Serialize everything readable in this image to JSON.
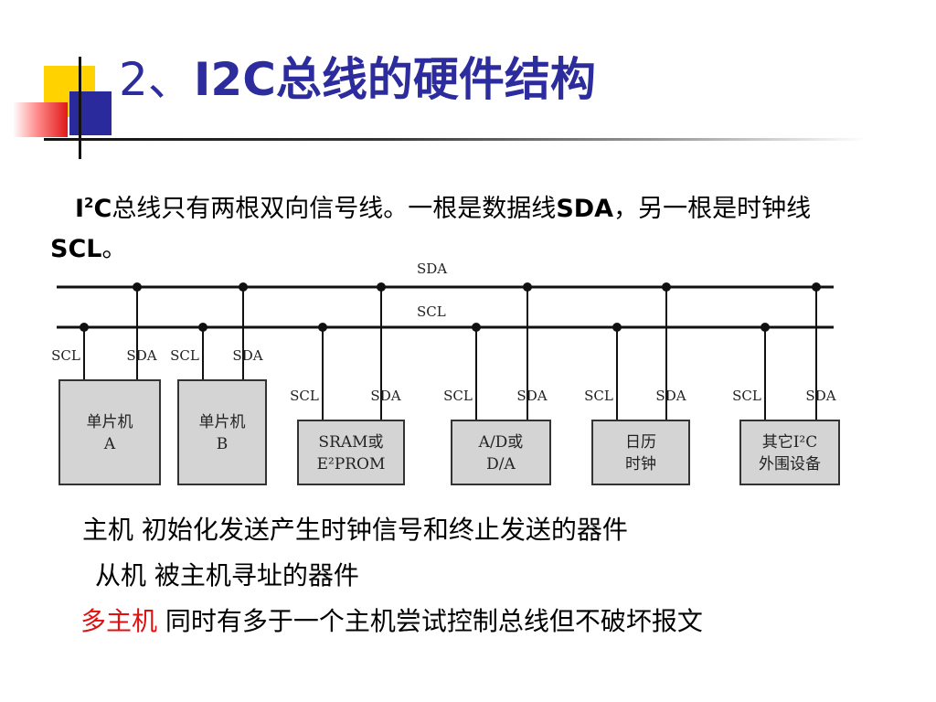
{
  "slide": {
    "title_number": "2、",
    "title_text": "I2C总线的硬件结构",
    "intro": {
      "prefix": "I",
      "sup": "2",
      "name": "C",
      "part1": "总线只有两根双向信号线。一根是数据线",
      "sda": "SDA",
      "part2": "，另一根是时钟线",
      "scl": "SCL",
      "end": "。"
    },
    "definitions": [
      {
        "term": "主机",
        "desc": " 初始化发送产生时钟信号和终止发送的器件",
        "highlight": false
      },
      {
        "term": "从机",
        "desc": " 被主机寻址的器件",
        "highlight": false
      },
      {
        "term": "多主机",
        "desc": " 同时有多于一个主机尝试控制总线但不破坏报文",
        "highlight": true
      }
    ],
    "colors": {
      "title": "#2c2c9e",
      "highlight": "#e01010",
      "device_fill": "#d4d4d4"
    }
  },
  "diagram": {
    "sda_bus_label": "SDA",
    "scl_bus_label": "SCL",
    "devices": [
      {
        "lines": [
          "单片机",
          "A"
        ],
        "scl_label": "SCL",
        "sda_label": "SDA"
      },
      {
        "lines": [
          "单片机",
          "B"
        ],
        "scl_label": "SCL",
        "sda_label": "SDA"
      },
      {
        "lines": [
          "SRAM或",
          "E²PROM"
        ],
        "scl_label": "SCL",
        "sda_label": "SDA"
      },
      {
        "lines": [
          "A/D或",
          "D/A"
        ],
        "scl_label": "SCL",
        "sda_label": "SDA"
      },
      {
        "lines": [
          "日历",
          "时钟"
        ],
        "scl_label": "SCL",
        "sda_label": "SDA"
      },
      {
        "lines": [
          "其它I²C",
          "外围设备"
        ],
        "scl_label": "SCL",
        "sda_label": "SDA"
      }
    ]
  }
}
